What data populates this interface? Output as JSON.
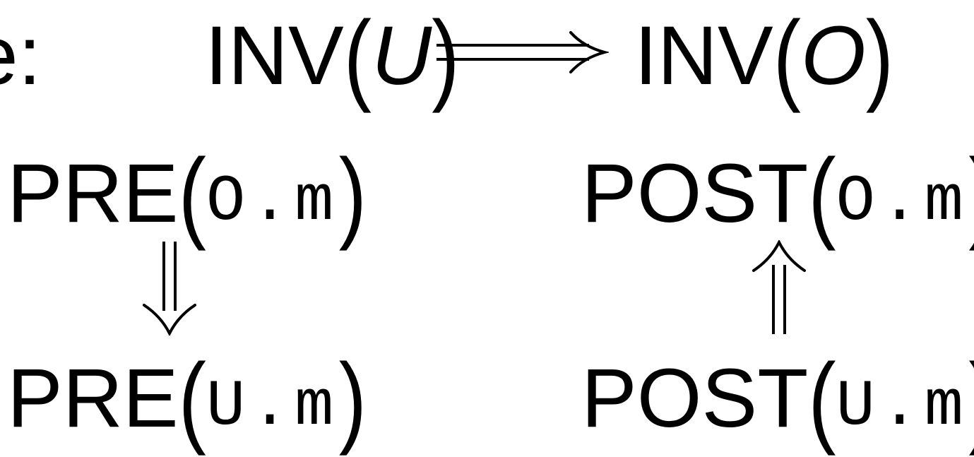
{
  "prefix": "e:",
  "top_left": {
    "func": "INV",
    "arg": "U"
  },
  "top_right": {
    "func": "INV",
    "arg": "O"
  },
  "pre_object": {
    "func": "PRE",
    "arg": "O.m"
  },
  "post_object": {
    "func": "POST",
    "arg": "O.m"
  },
  "pre_update": {
    "func": "PRE",
    "arg": "U.m"
  },
  "post_update": {
    "func": "POST",
    "arg": "U.m"
  },
  "arrows": {
    "top": "implies-arrow-icon",
    "left": "double-down-arrow-icon",
    "right": "double-up-arrow-icon"
  }
}
